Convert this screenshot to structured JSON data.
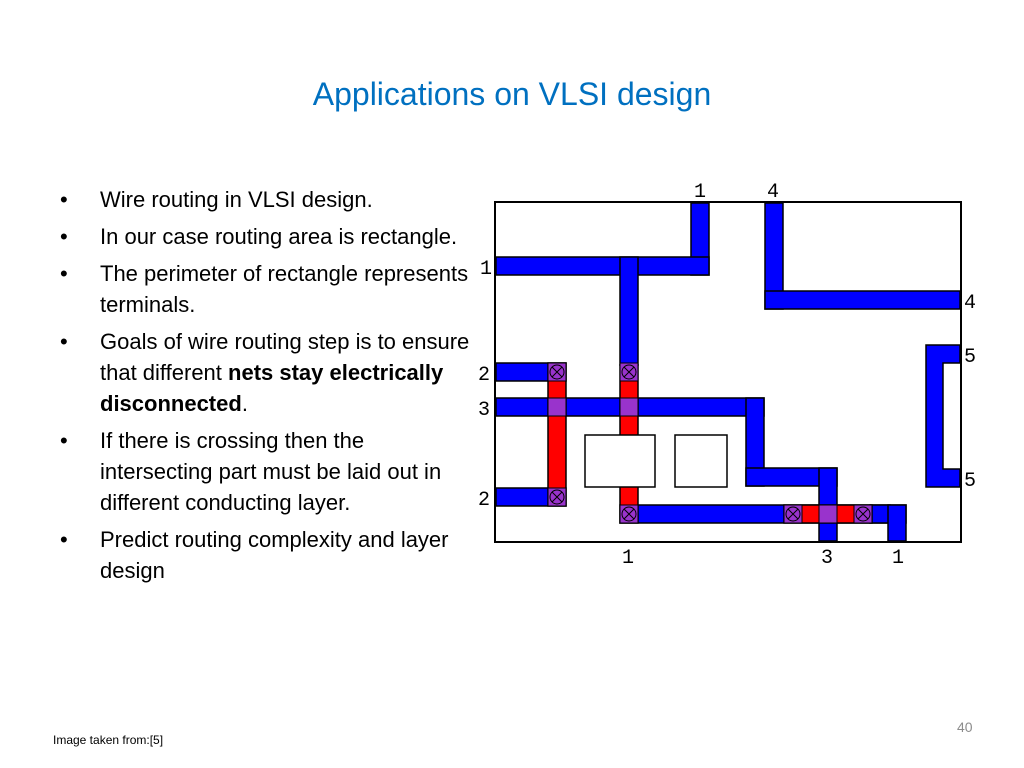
{
  "slide": {
    "title": "Applications on VLSI design",
    "page_number": "40",
    "source": "Image taken from:[5]"
  },
  "bullets": [
    {
      "text": "Wire routing in VLSI design."
    },
    {
      "text": "In our case routing area is rectangle."
    },
    {
      "text": "The perimeter of rectangle represents terminals."
    },
    {
      "text_before": "Goals of wire routing step is to ensure that different ",
      "bold": "nets stay electrically disconnected",
      "text_after": "."
    },
    {
      "text": "If there is crossing then the intersecting part must be laid out in different conducting layer."
    },
    {
      "text": "Predict routing complexity and layer design"
    }
  ],
  "diagram": {
    "colors": {
      "layer1": "#0000ff",
      "layer2": "#ff0000",
      "via": "#9933cc",
      "border": "#000000"
    },
    "terminal_labels": {
      "top_1": "1",
      "top_4": "4",
      "left_1": "1",
      "left_2a": "2",
      "left_3": "3",
      "left_2b": "2",
      "right_4": "4",
      "right_5a": "5",
      "right_5b": "5",
      "bottom_1a": "1",
      "bottom_3": "3",
      "bottom_1b": "1"
    }
  }
}
